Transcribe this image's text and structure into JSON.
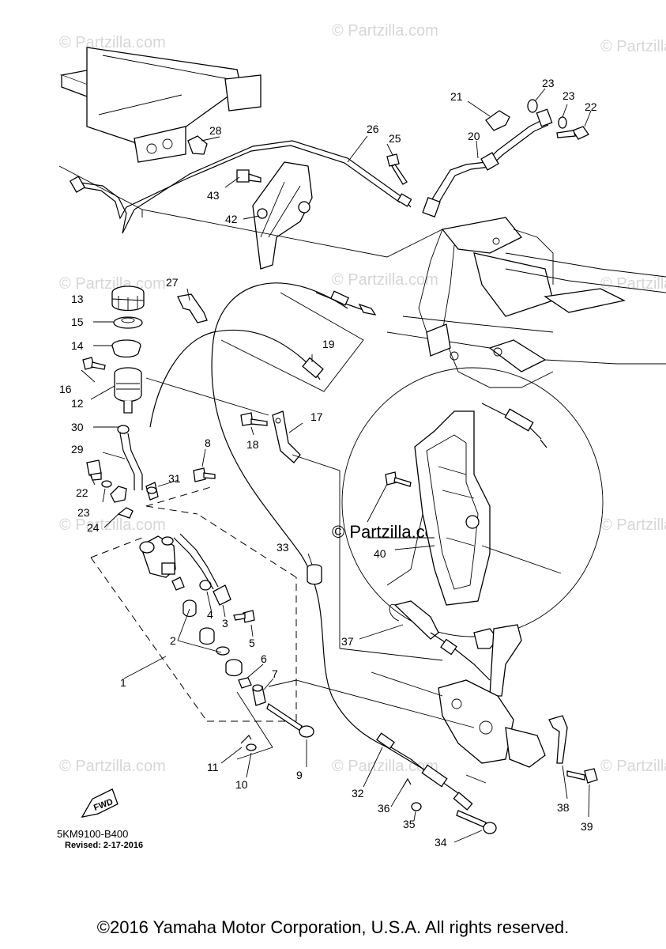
{
  "watermark": "© Partzilla.com",
  "watermark_center": "© Partzilla.com",
  "diagram_code": "5KM9100-B400",
  "revised": "Revised: 2-17-2016",
  "fwd_label": "FWD",
  "copyright": "©2016 Yamaha Motor Corporation, U.S.A. All rights reserved.",
  "callouts": [
    "1",
    "2",
    "3",
    "4",
    "5",
    "6",
    "7",
    "8",
    "9",
    "10",
    "11",
    "12",
    "13",
    "14",
    "15",
    "16",
    "17",
    "18",
    "19",
    "20",
    "21",
    "22",
    "23",
    "24",
    "25",
    "26",
    "27",
    "28",
    "29",
    "30",
    "31",
    "32",
    "33",
    "34",
    "35",
    "36",
    "37",
    "38",
    "39",
    "40",
    "42",
    "43"
  ],
  "extra_labels": {
    "l22b": "22",
    "l23b": "23",
    "l23c": "23"
  }
}
